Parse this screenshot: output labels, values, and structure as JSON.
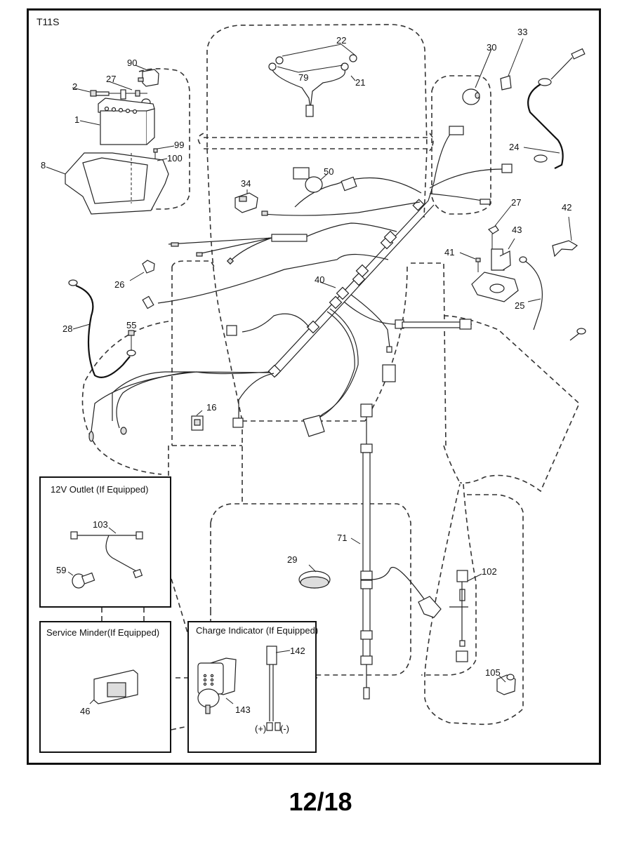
{
  "diagram": {
    "code": "T11S",
    "page_number": "12/18",
    "insets": [
      {
        "title": "12V Outlet (If Equipped)",
        "parts": [
          "103",
          "59"
        ]
      },
      {
        "title": "Service Minder(If Equipped)",
        "parts": [
          "46"
        ]
      },
      {
        "title": "Charge Indicator (If Equipped)",
        "parts": [
          "142",
          "143"
        ],
        "terminal_labels": [
          "(+)",
          "(-)"
        ]
      }
    ],
    "callouts": {
      "p1": "1",
      "p2": "2",
      "p8": "8",
      "p16": "16",
      "p21": "21",
      "p22": "22",
      "p24": "24",
      "p25": "25",
      "p26": "26",
      "p27a": "27",
      "p27b": "27",
      "p28": "28",
      "p29": "29",
      "p30": "30",
      "p33": "33",
      "p34": "34",
      "p40": "40",
      "p41": "41",
      "p42": "42",
      "p43": "43",
      "p46": "46",
      "p50": "50",
      "p55": "55",
      "p59": "59",
      "p71": "71",
      "p79": "79",
      "p90": "90",
      "p99": "99",
      "p100": "100",
      "p102": "102",
      "p103": "103",
      "p105": "105",
      "p142": "142",
      "p143": "143"
    }
  }
}
